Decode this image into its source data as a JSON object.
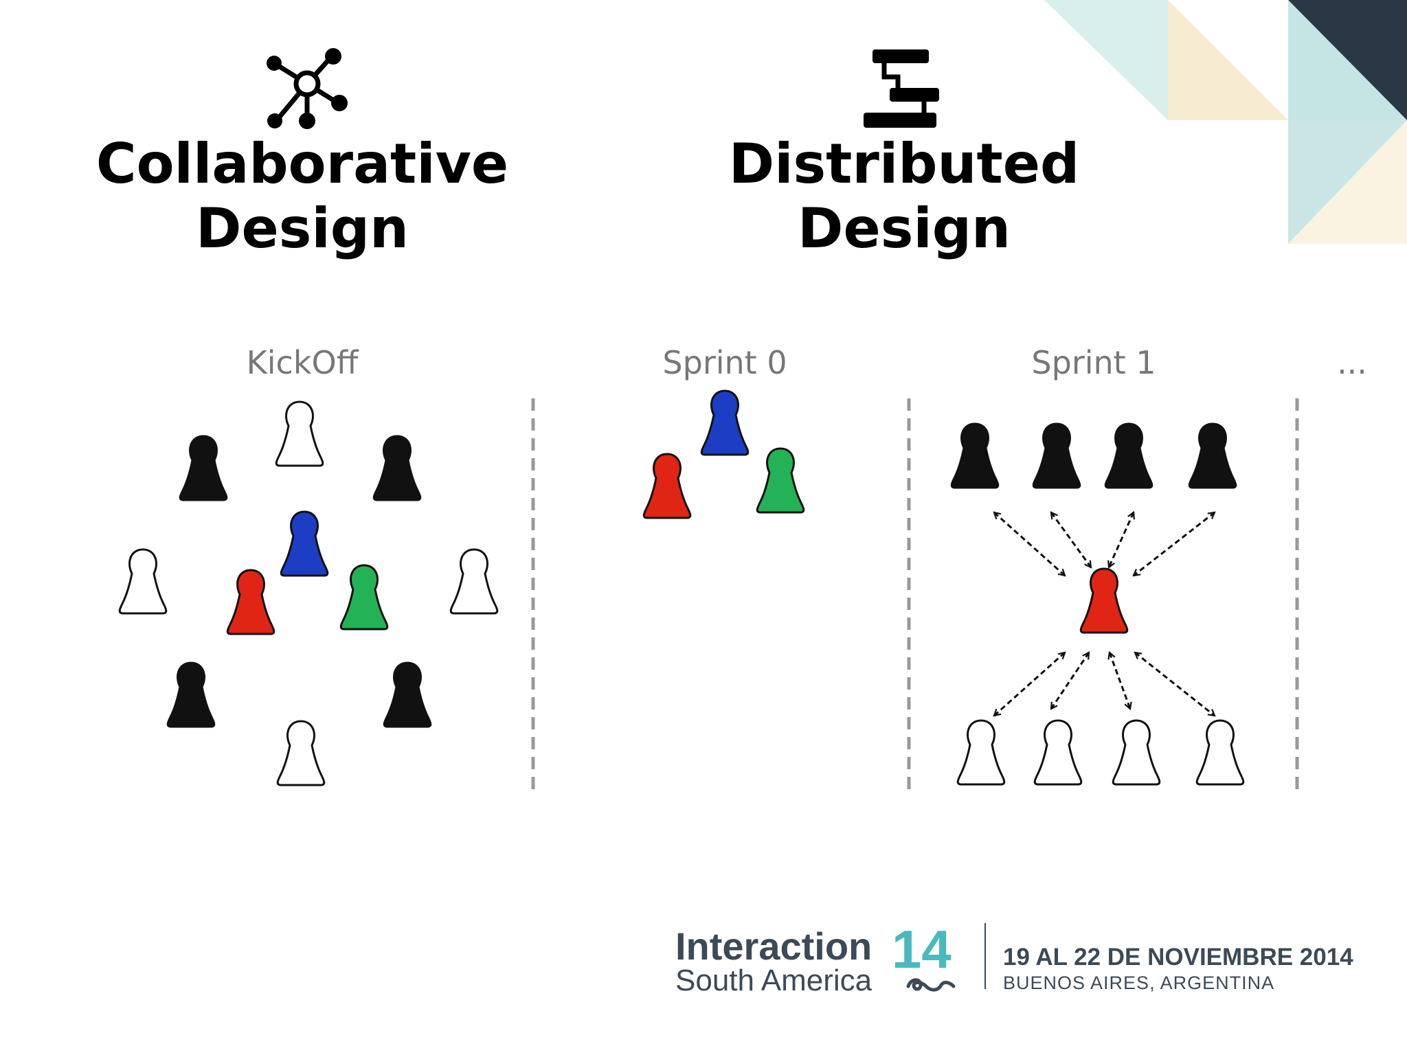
{
  "headings": {
    "collaborative": {
      "line1": "Collaborative",
      "line2": "Design",
      "icon": "network-hub-icon"
    },
    "distributed": {
      "line1": "Distributed",
      "line2": "Design",
      "icon": "staircase-blocks-icon"
    }
  },
  "phases": {
    "kickoff": "KickOff",
    "sprint0": "Sprint 0",
    "sprint1": "Sprint 1",
    "more": "..."
  },
  "pawn_colors": {
    "black": "#111111",
    "white": "#ffffff",
    "red": "#e02514",
    "blue": "#1c3ec4",
    "green": "#24b256"
  },
  "groups": {
    "kickoff": [
      "white",
      "black",
      "black",
      "blue",
      "white",
      "red",
      "green",
      "white",
      "black",
      "black",
      "white"
    ],
    "sprint0": [
      "blue",
      "red",
      "green"
    ],
    "sprint1_top": [
      "black",
      "black",
      "black",
      "black"
    ],
    "sprint1_center": [
      "red"
    ],
    "sprint1_bottom": [
      "white",
      "white",
      "white",
      "white"
    ]
  },
  "footer": {
    "brand_line1": "Interaction",
    "brand_number": "14",
    "brand_line2": "South America",
    "dates": "19 AL 22 DE NOVIEMBRE 2014",
    "place": "BUENOS AIRES, ARGENTINA"
  },
  "decor_colors": {
    "navy": "#2a3845",
    "teal_light": "#d3ebe9",
    "teal": "#c3e3e2",
    "cream": "#f6ebd0",
    "cream_light": "#faf3e2",
    "divider": "#999999"
  }
}
